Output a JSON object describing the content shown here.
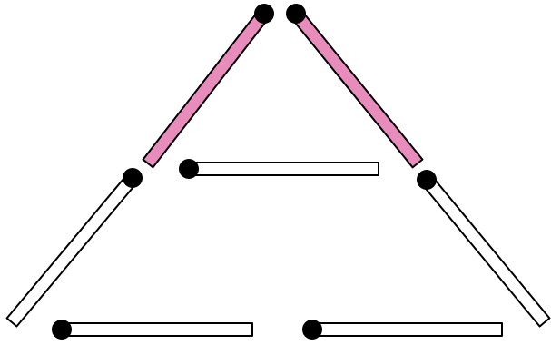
{
  "puzzle": {
    "stick_count": 7,
    "colors": {
      "highlighted": "#e88cbc",
      "plain": "#ffffff",
      "outline": "#000000",
      "head": "#000000"
    },
    "matchsticks": [
      {
        "id": "upper-left",
        "highlighted": true
      },
      {
        "id": "upper-right",
        "highlighted": true
      },
      {
        "id": "middle",
        "highlighted": false
      },
      {
        "id": "lower-left",
        "highlighted": false
      },
      {
        "id": "lower-right",
        "highlighted": false
      },
      {
        "id": "bottom-left",
        "highlighted": false
      },
      {
        "id": "bottom-right",
        "highlighted": false
      }
    ]
  }
}
